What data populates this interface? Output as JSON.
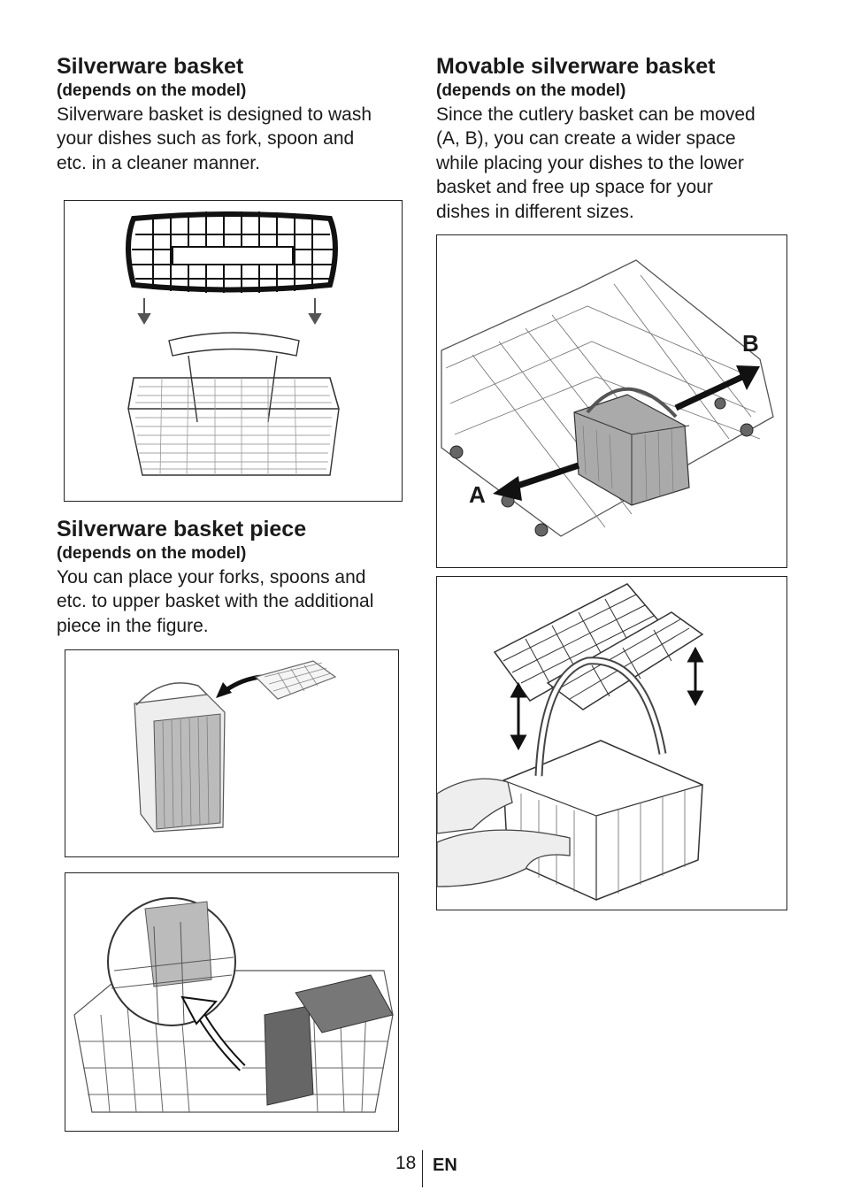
{
  "left": {
    "sections": [
      {
        "title": "Silverware basket",
        "subtitle": "(depends on the model)",
        "body": [
          "Silverware basket is designed to wash",
          "your dishes such as fork, spoon and",
          "etc. in a cleaner manner."
        ]
      },
      {
        "title": "Silverware basket piece",
        "subtitle": "(depends on the model)",
        "body": [
          "You can place your forks, spoons and",
          "etc. to upper basket with the additional",
          "piece in the figure."
        ]
      }
    ]
  },
  "right": {
    "sections": [
      {
        "title": "Movable silverware basket",
        "subtitle": "(depends on the model)",
        "body": [
          "Since the cutlery basket can be moved",
          "(A, B), you can create a wider space",
          "while placing your dishes to the lower",
          "basket and free up space for your",
          "dishes in different sizes."
        ]
      }
    ],
    "figure_labels": {
      "a": "A",
      "b": "B"
    }
  },
  "footer": {
    "page_number": "18",
    "language": "EN"
  }
}
